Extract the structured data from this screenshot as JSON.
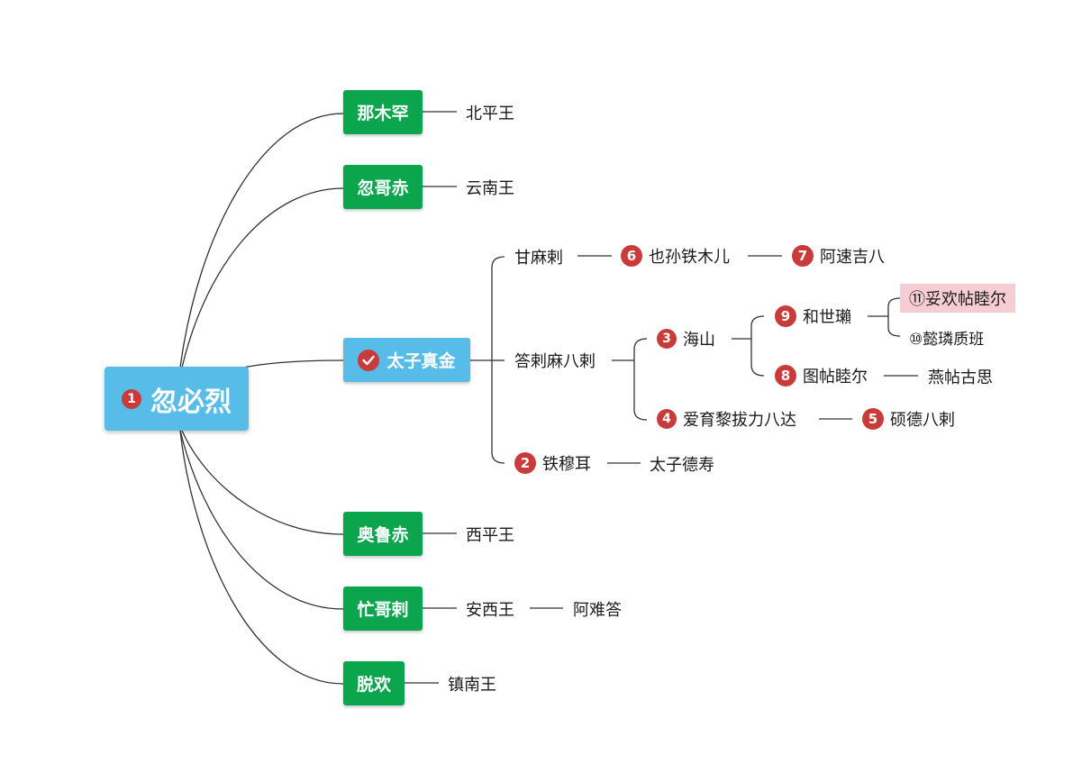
{
  "root": {
    "label": "忽必烈",
    "badge": "1"
  },
  "sons": [
    {
      "label": "那木罕",
      "title": "北平王"
    },
    {
      "label": "忽哥赤",
      "title": "云南王"
    },
    {
      "label": "太子真金"
    },
    {
      "label": "奥鲁赤",
      "title": "西平王"
    },
    {
      "label": "忙哥剌",
      "title": "安西王",
      "child": "阿难答"
    },
    {
      "label": "脱欢",
      "title": "镇南王"
    }
  ],
  "zhenjin": {
    "ganmala": {
      "label": "甘麻剌",
      "child_badge": "6",
      "child": "也孙铁木儿",
      "grandchild_badge": "7",
      "grandchild": "阿速吉八"
    },
    "dalamabala": {
      "label": "答剌麻八剌",
      "haishan": {
        "badge": "3",
        "label": "海山"
      },
      "heshila": {
        "badge": "9",
        "label": "和世瓎"
      },
      "tuohuan_tiemuer": "⑪妥欢帖睦尔",
      "yilinzhiban": "⑩懿璘质班",
      "tutiemuer": {
        "badge": "8",
        "label": "图帖睦尔",
        "child": "燕帖古思"
      },
      "aiyuli": {
        "badge": "4",
        "label": "爱育黎拔力八达",
        "child_badge": "5",
        "child": "硕德八剌"
      }
    },
    "tiemuer": {
      "badge": "2",
      "label": "铁穆耳",
      "child": "太子德寿"
    }
  },
  "colors": {
    "root": "#57bde8",
    "son_box": "#0aa54d",
    "badge": "#c93a3a",
    "highlight": "#f7cdd4"
  }
}
